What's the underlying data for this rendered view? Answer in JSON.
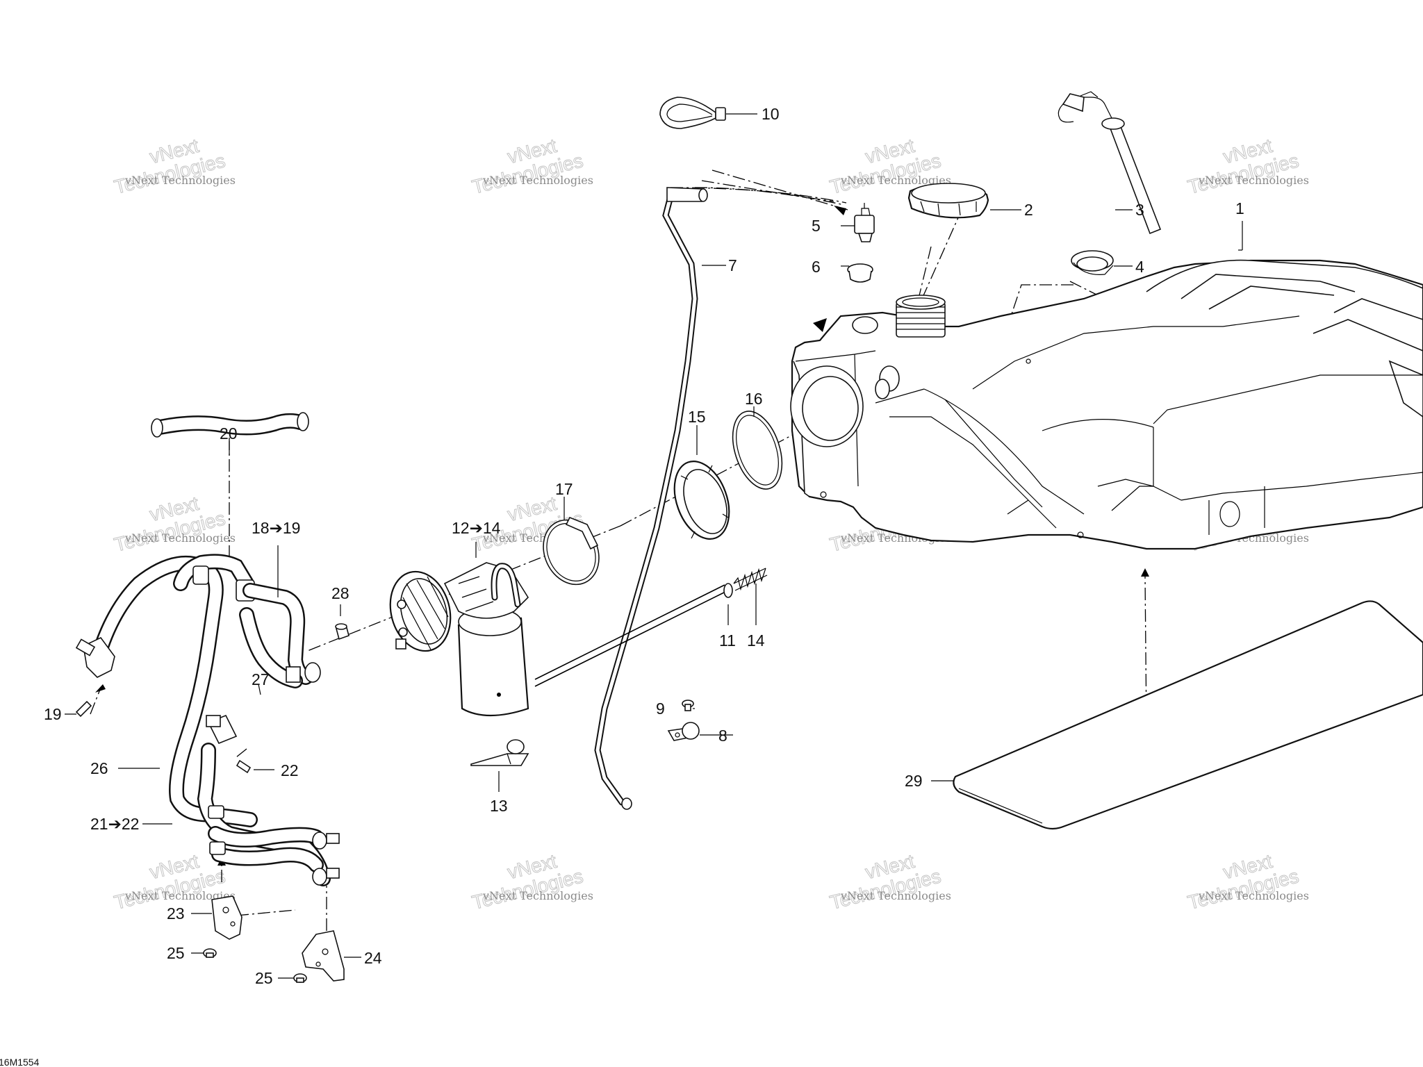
{
  "drawing_ref": "16M1554",
  "watermark": {
    "line_company": "vNext Technologies",
    "line_split_top": "vNext",
    "line_split_bottom": "Technologies"
  },
  "callouts": {
    "c1": "1",
    "c2": "2",
    "c3": "3",
    "c4": "4",
    "c5": "5",
    "c6": "6",
    "c7": "7",
    "c8": "8",
    "c9": "9",
    "c10": "10",
    "c11": "11",
    "c12_14": "12➔14",
    "c13": "13",
    "c14": "14",
    "c15": "15",
    "c16": "16",
    "c17": "17",
    "c18_19": "18➔19",
    "c19": "19",
    "c20": "20",
    "c21_22": "21➔22",
    "c22": "22",
    "c23": "23",
    "c24": "24",
    "c25a": "25",
    "c25b": "25",
    "c26": "26",
    "c27": "27",
    "c28": "28",
    "c29": "29"
  }
}
